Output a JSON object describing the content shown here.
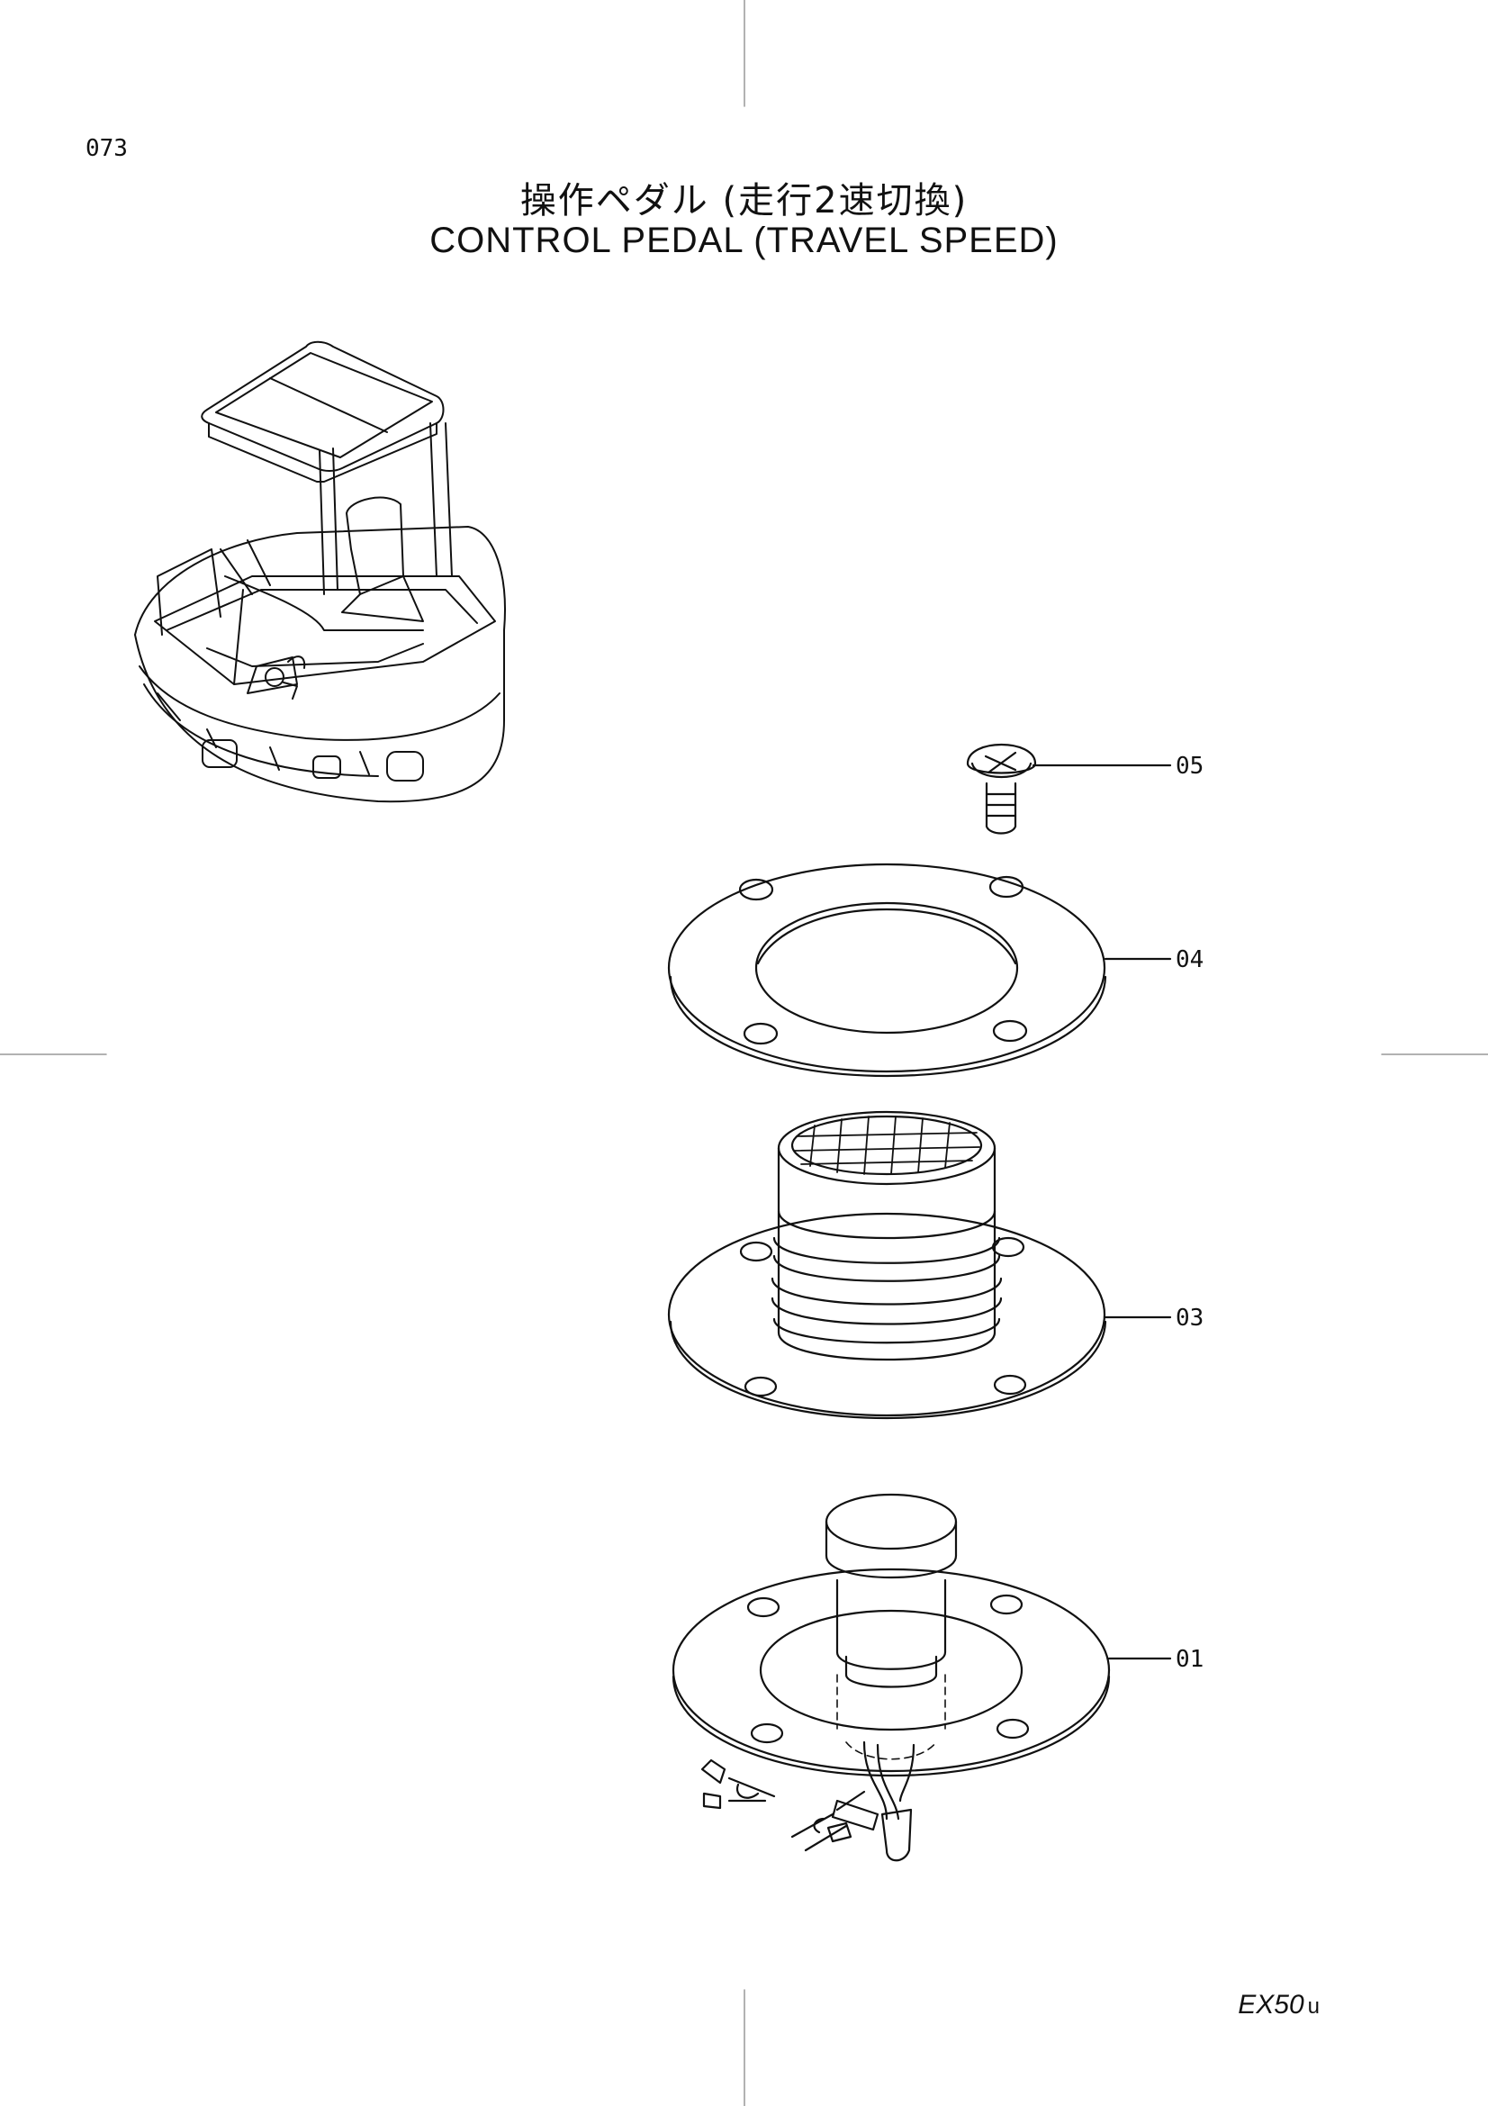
{
  "page": {
    "number": "073",
    "title_ja": "操作ペダル (走行2速切換)",
    "title_en": "CONTROL  PEDAL  (TRAVEL SPEED)",
    "model": "EX50",
    "model_suffix": "u"
  },
  "parts": [
    {
      "callout": "05",
      "name": "screw-icon"
    },
    {
      "callout": "04",
      "name": "cover-plate-icon"
    },
    {
      "callout": "03",
      "name": "pedal-rubber-icon"
    },
    {
      "callout": "01",
      "name": "switch-icon"
    }
  ]
}
